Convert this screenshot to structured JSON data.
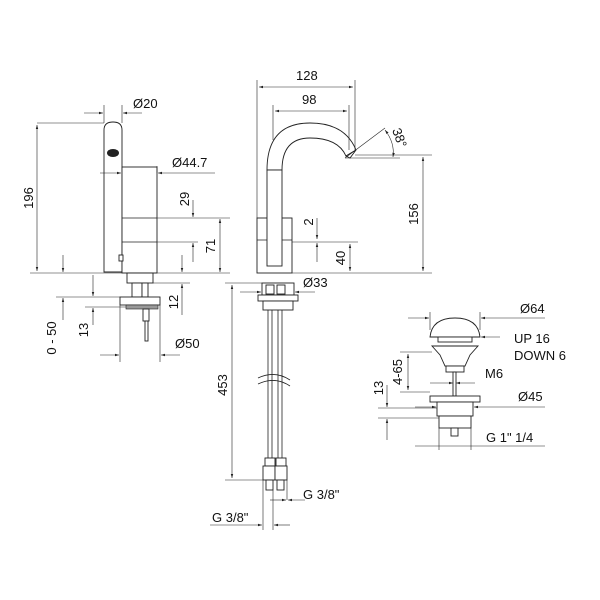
{
  "title": "Single-lever basin mixer technical drawing",
  "side_view": {
    "d_spout": "Ø20",
    "d_body": "Ø44.7",
    "height_total": "196",
    "h29": "29",
    "h71": "71",
    "h12": "12",
    "h13": "13",
    "deck_range": "0 - 50",
    "d_base": "Ø50"
  },
  "front_view": {
    "reach_total": "128",
    "reach_spout": "98",
    "angle": "38°",
    "h156": "156",
    "h2": "2",
    "h40": "40",
    "d_shank": "Ø33",
    "hose_length": "453",
    "thread_right": "G 3/8\"",
    "thread_left": "G 3/8\""
  },
  "waste": {
    "d_cap": "Ø64",
    "up": "UP 16",
    "down": "DOWN 6",
    "range": "4-65",
    "rod": "M6",
    "h13": "13",
    "d_flange": "Ø45",
    "thread": "G 1\" 1/4"
  }
}
